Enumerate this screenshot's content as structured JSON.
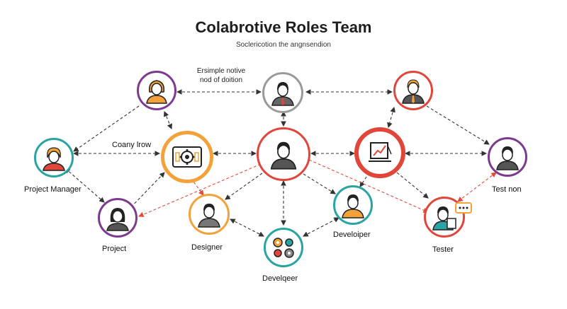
{
  "header": {
    "title": "Colabrotive Roles Team",
    "subtitle": "Soclericotion the angnsendion"
  },
  "annotation": {
    "line1": "Ersimple notive",
    "line2": "nod of doition"
  },
  "labels": {
    "company_flow": "Coany lrow",
    "project_manager": "Project Manager",
    "project": "Project",
    "designer": "Designer",
    "developer_bottom": "Develqeer",
    "developer_right": "Develoiper",
    "tester": "Tester",
    "test_non": "Test non"
  },
  "colors": {
    "purple": "#7d3b8f",
    "grey": "#9a9a9a",
    "red": "#e0463a",
    "teal": "#2aa3a3",
    "orange": "#f3a23a",
    "edge_dark": "#333333",
    "edge_red": "#e24a3d"
  },
  "icons": {
    "gears_node": "gears-icon",
    "chart_node": "presentation-chart-icon",
    "cog_node": "cogs-icon",
    "chat_bubble": "chat-bubble-icon"
  }
}
